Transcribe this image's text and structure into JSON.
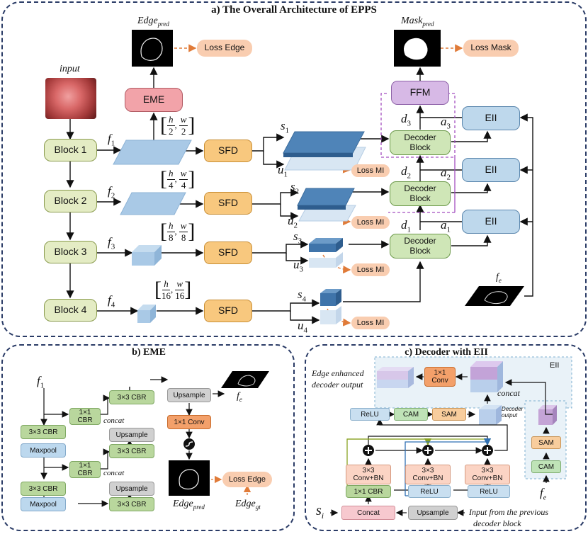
{
  "panel_a": {
    "title": "a)  The Overall Architecture of EPPS",
    "input_label": "input",
    "blocks": [
      "Block 1",
      "Block 2",
      "Block 3",
      "Block 4"
    ],
    "f_labels": [
      "f",
      "f",
      "f",
      "f"
    ],
    "f_subs": [
      "1",
      "2",
      "3",
      "4"
    ],
    "eme_label": "EME",
    "edge_pred_label": "Edge",
    "edge_pred_sub": "pred",
    "loss_edge": "Loss Edge",
    "dims": [
      {
        "num1": "h",
        "den1": "2",
        "num2": "w",
        "den2": "2"
      },
      {
        "num1": "h",
        "den1": "4",
        "num2": "w",
        "den2": "4"
      },
      {
        "num1": "h",
        "den1": "8",
        "num2": "w",
        "den2": "8"
      },
      {
        "num1": "h",
        "den1": "16",
        "num2": "w",
        "den2": "16"
      }
    ],
    "sfd_label": "SFD",
    "s_labels": [
      "s",
      "s",
      "s",
      "s"
    ],
    "s_subs": [
      "1",
      "2",
      "3",
      "4"
    ],
    "u_labels": [
      "u",
      "u",
      "u",
      "u"
    ],
    "u_subs": [
      "1",
      "2",
      "3",
      "4"
    ],
    "loss_mi": "Loss MI",
    "decoder_label_1": "Decoder",
    "decoder_label_2": "Block",
    "d_labels": [
      "d",
      "d",
      "d"
    ],
    "d_subs": [
      "3",
      "2",
      "1"
    ],
    "a_labels": [
      "a",
      "a",
      "a"
    ],
    "a_subs": [
      "3",
      "2",
      "1"
    ],
    "eii_label": "EII",
    "ffm_label": "FFM",
    "mask_pred_label": "Mask",
    "mask_pred_sub": "pred",
    "loss_mask": "Loss Mask",
    "fe_label": "f",
    "fe_sub": "e"
  },
  "panel_b": {
    "title": "b)  EME",
    "f1": "f",
    "f1_sub": "1",
    "cbr3": "3×3 CBR",
    "cbr1_l1": "1×1",
    "cbr1_l2": "CBR",
    "maxpool": "Maxpool",
    "upsample": "Upsample",
    "concat": "concat",
    "conv1": "1×1 Conv",
    "sigma": "𝑠",
    "fe": "f",
    "fe_sub": "e",
    "loss_edge": "Loss Edge",
    "edge_pred": "Edge",
    "edge_pred_sub": "pred",
    "edge_gt": "Edge",
    "edge_gt_sub": "gt"
  },
  "panel_c": {
    "title": "c)  Decoder with EII",
    "eii_tag": "EII",
    "edge_enh_1": "Edge enhanced",
    "edge_enh_2": "decoder output",
    "conv1_l1": "1×1",
    "conv1_l2": "Conv",
    "concat": "concat",
    "relu": "ReLU",
    "cam": "CAM",
    "sam": "SAM",
    "dec_out_1": "Decoder",
    "dec_out_2": "output",
    "conv_bn_1": "3×3",
    "conv_bn_2": "Conv+BN",
    "cbr1": "1×1 CBR",
    "concat_box": "Concat",
    "upsample": "Upsample",
    "si": "s",
    "si_sub": "i",
    "input_prev_1": "Input from the previous",
    "input_prev_2": "decoder block",
    "fe": "f",
    "fe_sub": "e",
    "plus": "+"
  }
}
